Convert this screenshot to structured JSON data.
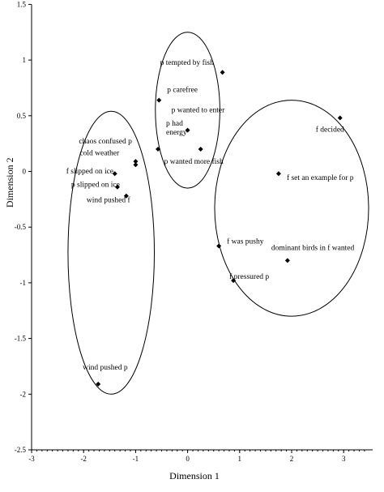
{
  "chart_data": {
    "type": "scatter",
    "xlabel": "Dimension 1",
    "ylabel": "Dimension 2",
    "xlim": [
      -3,
      3.5
    ],
    "ylim": [
      -2.5,
      1.5
    ],
    "xticks": [
      -3,
      -2,
      -1,
      0,
      1,
      2,
      3
    ],
    "xtick_labels": [
      "-3",
      "-2",
      "-1",
      "0",
      "1",
      "2",
      "3"
    ],
    "yticks": [
      -2.5,
      -2,
      -1.5,
      -1,
      -0.5,
      0,
      0.5,
      1,
      1.5
    ],
    "ytick_labels": [
      "-2.5",
      "-2",
      "-1.5",
      "-1",
      "-0.5",
      "0",
      "0.5",
      "1",
      "1.5"
    ],
    "grid": false,
    "points": [
      {
        "x": 0.67,
        "y": 0.89,
        "label": "p tempted by fish"
      },
      {
        "x": -0.55,
        "y": 0.64,
        "label": "p carefree"
      },
      {
        "x": 0.0,
        "y": 0.37,
        "label": "p wanted to enter"
      },
      {
        "x": -0.57,
        "y": 0.2,
        "label": "p had energy"
      },
      {
        "x": 0.25,
        "y": 0.2,
        "label": "p wanted more fish"
      },
      {
        "x": -1.0,
        "y": 0.09,
        "label": "chaos confused p"
      },
      {
        "x": -1.0,
        "y": 0.06,
        "label": "cold weather"
      },
      {
        "x": -1.4,
        "y": -0.02,
        "label": "f slipped on ice"
      },
      {
        "x": -1.35,
        "y": -0.14,
        "label": "p slipped on ice"
      },
      {
        "x": -1.18,
        "y": -0.22,
        "label": "wind pushed f"
      },
      {
        "x": -1.72,
        "y": -1.91,
        "label": "wind pushed p"
      },
      {
        "x": 2.93,
        "y": 0.48,
        "label": "f decided"
      },
      {
        "x": 1.75,
        "y": -0.02,
        "label": "f set an example for p"
      },
      {
        "x": 0.6,
        "y": -0.67,
        "label": "f was pushy"
      },
      {
        "x": 1.92,
        "y": -0.8,
        "label": "dominant birds in f wanted"
      },
      {
        "x": 0.88,
        "y": -0.98,
        "label": "f pressured p"
      }
    ],
    "ellipses": [
      {
        "cx": 0.0,
        "cy": 0.55,
        "rx": 0.62,
        "ry": 0.7
      },
      {
        "cx": -1.47,
        "cy": -0.73,
        "rx": 0.83,
        "ry": 1.27
      },
      {
        "cx": 2.0,
        "cy": -0.33,
        "rx": 1.48,
        "ry": 0.97
      }
    ]
  }
}
